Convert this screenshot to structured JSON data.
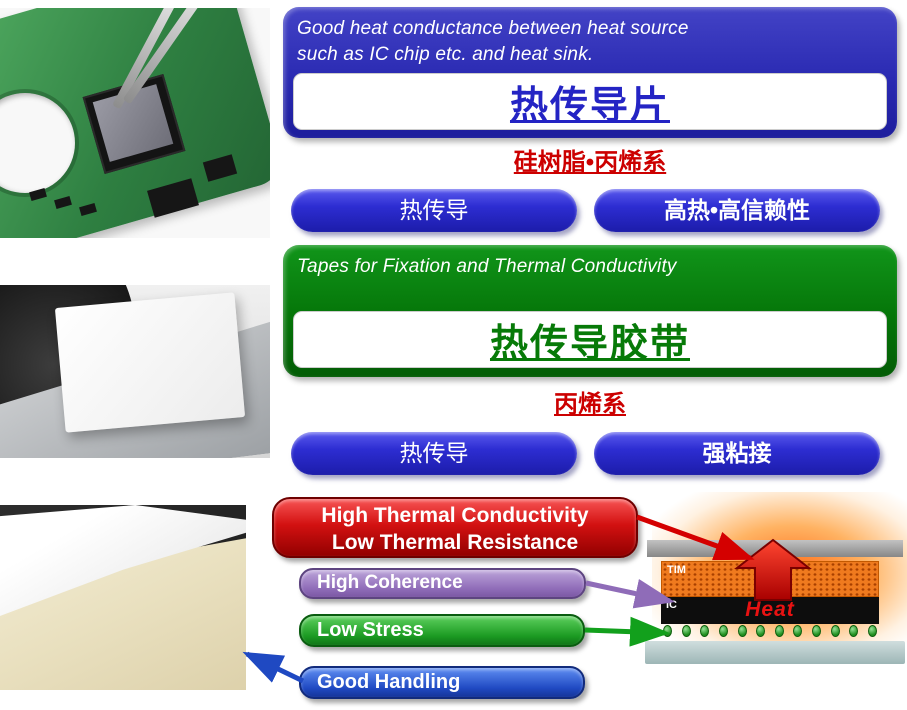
{
  "sheet_section": {
    "box_heading_line1": "Good heat conductance between heat  source",
    "box_heading_line2": "such as IC chip etc. and heat sink.",
    "product_title": "热传导片",
    "material_subtitle": "硅树脂•丙烯系",
    "feature_pill_left": "热传导",
    "feature_pill_right": "高热•高信赖性"
  },
  "tape_section": {
    "box_heading": "Tapes for Fixation and Thermal Conductivity",
    "product_title": "热传导胶带",
    "material_subtitle": "丙烯系",
    "feature_pill_left": "热传导",
    "feature_pill_right": "强粘接"
  },
  "feature_banners": {
    "red_line1": "High Thermal Conductivity",
    "red_line2": "Low Thermal Resistance",
    "purple_label": "High Coherence",
    "green_label": "Low Stress",
    "blue_label": "Good Handling"
  },
  "stack_diagram": {
    "tim_label": "TIM",
    "ic_label": "IC",
    "heat_label": "Heat"
  },
  "colors": {
    "sheet_box_blue": "#2a2ab2",
    "tape_box_green": "#057508",
    "accent_red": "#cc0000",
    "pill_blue": "#2d2dd2",
    "banner_red": "#d31111",
    "banner_purple": "#8f6cb8",
    "banner_green": "#1b9a22",
    "banner_blue": "#1f49c2",
    "tim_orange": "#ef7a1e",
    "ic_black": "#0d0d0d",
    "heatsink_gray": "#9a9a9a",
    "board_teal": "#aec4c4",
    "solder_green": "#1f8f1f"
  }
}
